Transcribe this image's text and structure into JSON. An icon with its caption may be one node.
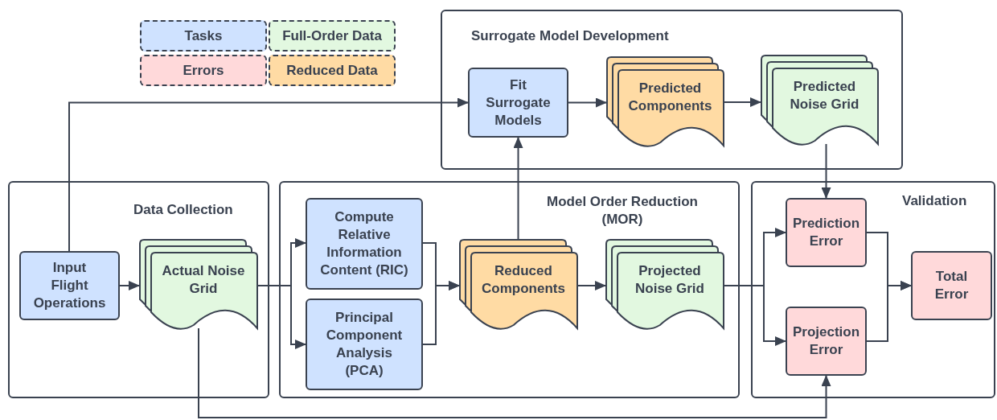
{
  "diagram": {
    "nodes": [
      {
        "text": [
          "Surrogate Model Development"
        ]
      },
      {
        "text": [
          "Fit Surrogate Models"
        ],
        "in": 0
      },
      {
        "text": [
          "Predicted Components"
        ],
        "in": 0
      },
      {
        "text": [
          "Predicted Noise Grid"
        ],
        "in": 0
      },
      {
        "text": [
          "Data Collection"
        ]
      },
      {
        "text": [
          "Input Flight Operations"
        ],
        "in": 4
      },
      {
        "text": [
          "Actual Noise Grid"
        ],
        "in": 4
      },
      {
        "text": [
          "Model Order Reduction (MOR)"
        ]
      },
      {
        "text": [
          "Compute Relative Information Content (RIC)"
        ],
        "in": 7
      },
      {
        "text": [
          "Principal Component Analysis (PCA)"
        ],
        "in": 7
      },
      {
        "text": [
          "Reduced Components"
        ],
        "in": 7
      },
      {
        "text": [
          "Projected Noise Grid"
        ],
        "in": 7
      },
      {
        "text": [
          "Validation"
        ]
      },
      {
        "text": [
          "Prediction Error"
        ],
        "in": 12
      },
      {
        "text": [
          "Projection Error"
        ],
        "in": 12
      },
      {
        "text": [
          "Total Error"
        ],
        "in": 12
      }
    ],
    "edges": [
      {
        "from": 5,
        "to": 1,
        "arrow": "to"
      },
      {
        "from": 1,
        "to": 2,
        "arrow": "to"
      },
      {
        "from": 2,
        "to": 3,
        "arrow": "to"
      },
      {
        "from": 3,
        "to": 13,
        "arrow": "to"
      },
      {
        "from": 5,
        "to": 6,
        "arrow": "to"
      },
      {
        "from": 6,
        "to": 8,
        "arrow": "to"
      },
      {
        "from": 6,
        "to": 9,
        "arrow": "to"
      },
      {
        "from": 8,
        "to": 10,
        "arrow": "to"
      },
      {
        "from": 9,
        "to": 10,
        "arrow": "to"
      },
      {
        "from": 10,
        "to": 1,
        "arrow": "to"
      },
      {
        "from": 10,
        "to": 11,
        "arrow": "to"
      },
      {
        "from": 11,
        "to": 13,
        "arrow": "to"
      },
      {
        "from": 11,
        "to": 14,
        "arrow": "to"
      },
      {
        "from": 13,
        "to": 15,
        "arrow": "to"
      },
      {
        "from": 14,
        "to": 15,
        "arrow": "to"
      },
      {
        "from": 6,
        "to": 14,
        "arrow": "to"
      }
    ],
    "legend": [
      {
        "text": "Tasks",
        "color": "#cfe2ff"
      },
      {
        "text": "Full-Order Data",
        "color": "#e2f8e0"
      },
      {
        "text": "Errors",
        "color": "#ffd9da"
      },
      {
        "text": "Reduced Data",
        "color": "#ffdba4"
      }
    ]
  }
}
